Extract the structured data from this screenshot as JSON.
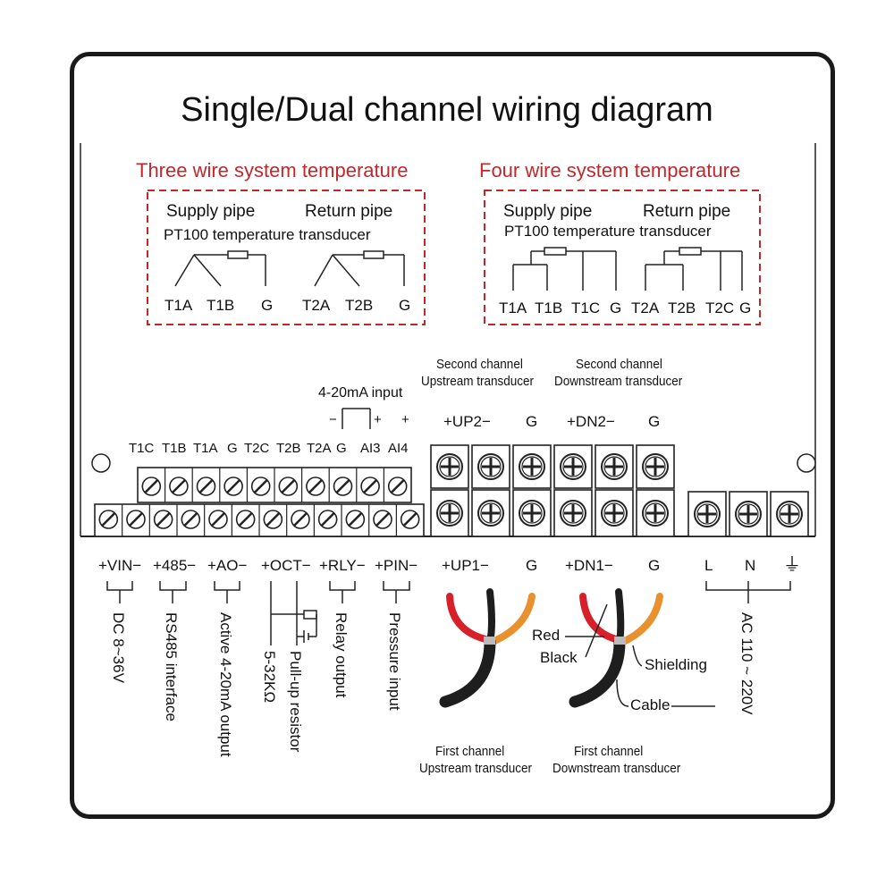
{
  "title": "Single/Dual channel wiring diagram",
  "three_wire": {
    "heading": "Three wire system temperature",
    "supply": "Supply pipe",
    "return": "Return pipe",
    "sensor": "PT100 temperature transducer",
    "terminals": [
      "T1A",
      "T1B",
      "G",
      "T2A",
      "T2B",
      "G"
    ]
  },
  "four_wire": {
    "heading": "Four wire system temperature",
    "supply": "Supply pipe",
    "return": "Return pipe",
    "sensor": "PT100 temperature transducer",
    "terminals": [
      "T1A",
      "T1B",
      "T1C",
      "G",
      "T2A",
      "T2B",
      "T2C",
      "G"
    ]
  },
  "analog_input": {
    "label": "4-20mA input",
    "signs": [
      "−",
      "+",
      "+"
    ]
  },
  "upper_terminals": [
    "T1C",
    "T1B",
    "T1A",
    "G",
    "T2C",
    "T2B",
    "T2A",
    "G",
    "AI3",
    "AI4"
  ],
  "second_channel": {
    "upstream": {
      "line1": "Second channel",
      "line2": "Upstream transducer",
      "terminals": [
        "+UP2−",
        "G"
      ]
    },
    "downstream": {
      "line1": "Second channel",
      "line2": "Downstream transducer",
      "terminals": [
        "+DN2−",
        "G"
      ]
    }
  },
  "lower_terminals": [
    "+VIN−",
    "+485−",
    "+AO−",
    "+OCT−",
    "+RLY−",
    "+PIN−",
    "+UP1−",
    "G",
    "+DN1−",
    "G",
    "L",
    "N",
    "⏚"
  ],
  "functions": {
    "vin": "DC 8~36V",
    "rs485": "RS485 interface",
    "ao": "Active 4-20mA output",
    "oct_r": "5-32KΩ",
    "oct_pullup": "Pull-up resistor",
    "relay": "Relay  output",
    "pressure": "Pressure  input",
    "ac": "AC 110 ~ 220V"
  },
  "cable": {
    "red": "Red",
    "black": "Black",
    "shielding": "Shielding",
    "cable": "Cable"
  },
  "first_channel": {
    "upstream": {
      "line1": "First channel",
      "line2": "Upstream transducer"
    },
    "downstream": {
      "line1": "First channel",
      "line2": "Downstream transducer"
    }
  },
  "colors": {
    "border": "#1a1a1a",
    "accent_red": "#c0282c",
    "wire_red": "#d8202a",
    "wire_orange": "#e8912e",
    "cable_black": "#1e1e1e"
  }
}
